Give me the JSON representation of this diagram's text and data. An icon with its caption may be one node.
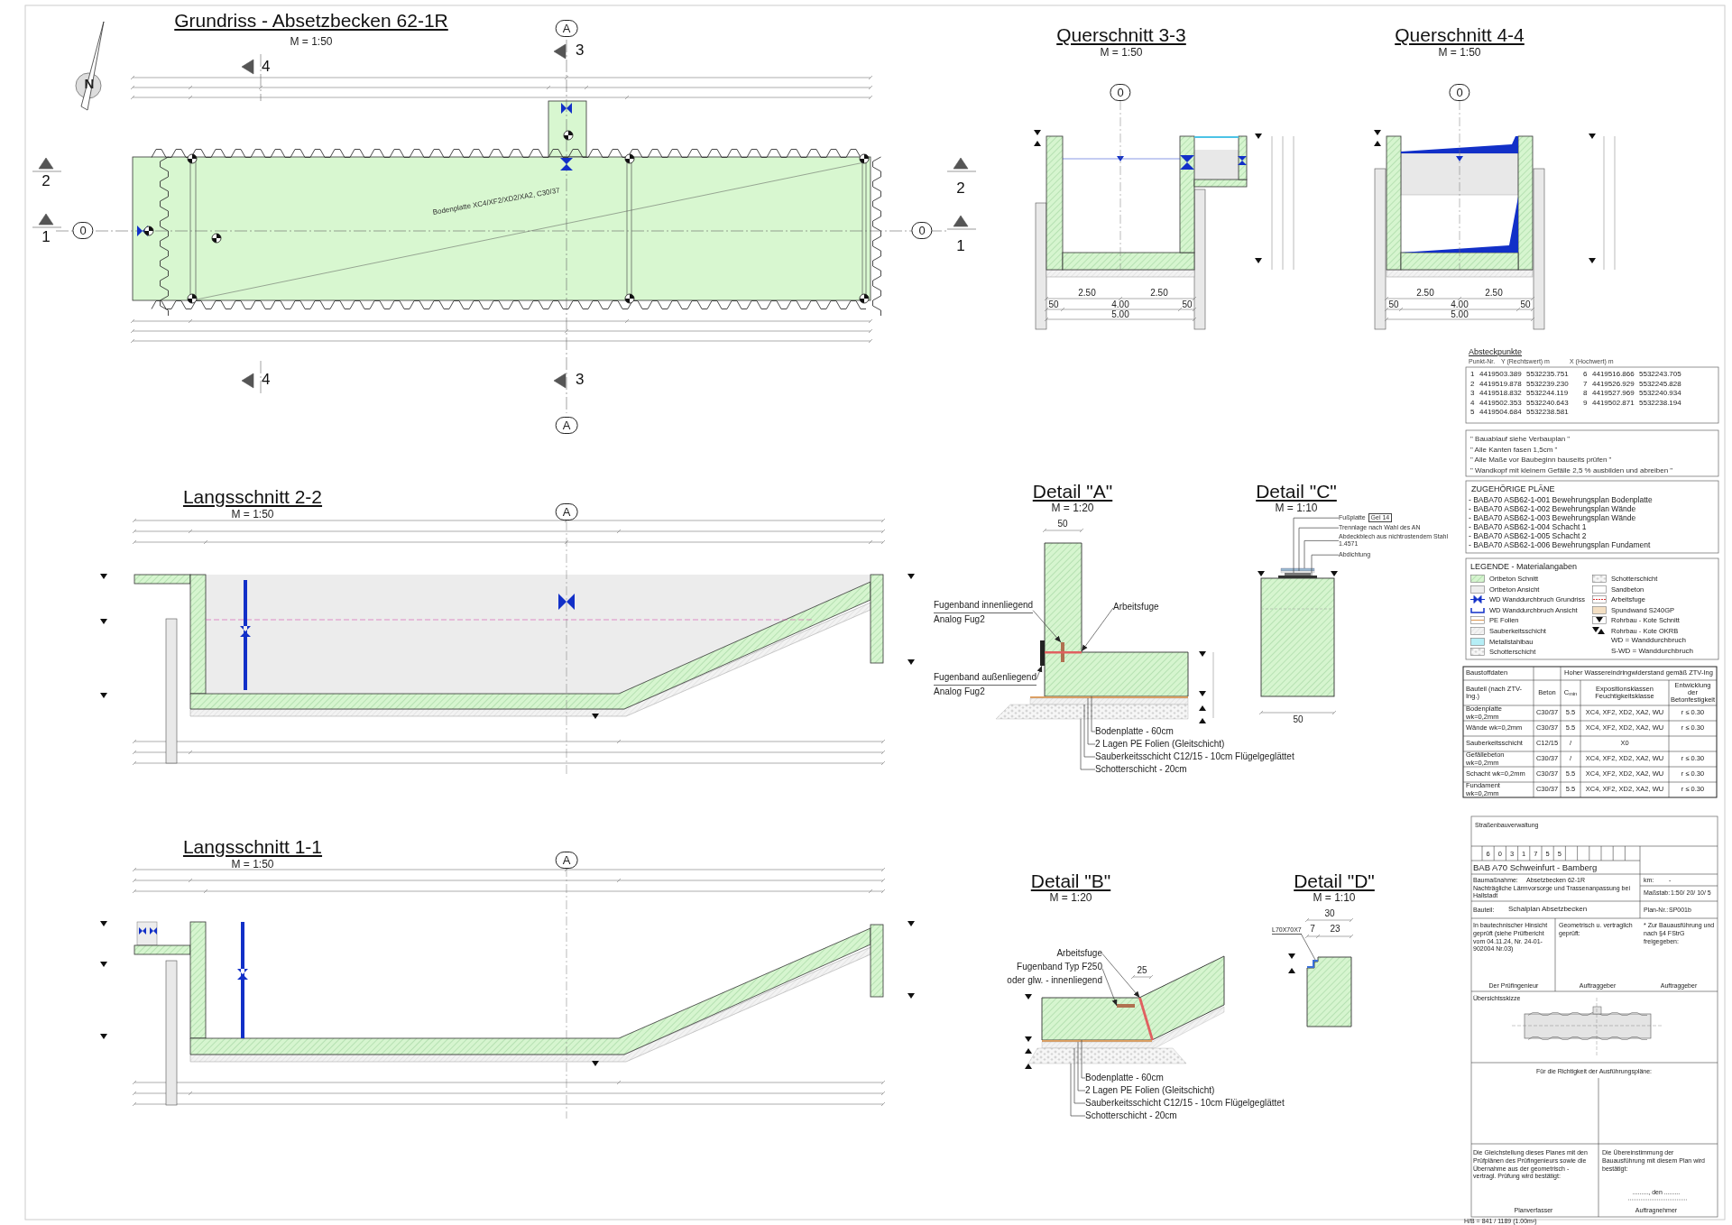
{
  "diagram": {
    "nodes": [
      {
        "text": [
          "Fugenband innenliegend",
          "Analog Fug2"
        ]
      },
      {
        "text": [
          "Arbeitsfuge"
        ]
      },
      {
        "text": [
          "Fugenband außenliegend",
          "Analog Fug2"
        ]
      },
      {
        "text": [
          "Bodenplatte - 60cm"
        ]
      },
      {
        "text": [
          "2 Lagen PE Folien (Gleitschicht)"
        ]
      },
      {
        "text": [
          "Sauberkeitsschicht C12/15 - 10cm Flügelgeglättet"
        ]
      },
      {
        "text": [
          "Schotterschicht - 20cm"
        ]
      },
      {
        "text": [
          "Fußplatte",
          "Gel 14"
        ]
      },
      {
        "text": [
          "Trennlage nach Wahl des AN"
        ]
      },
      {
        "text": [
          "Abdeckblech aus nichtrostendem Stahl 1.4571"
        ]
      },
      {
        "text": [
          "Abdichtung"
        ]
      },
      {
        "text": [
          "Arbeitsfuge"
        ]
      },
      {
        "text": [
          "Fugenband Typ F250",
          "oder glw. - innenliegend"
        ]
      },
      {
        "text": [
          "Bodenplatte - 60cm"
        ]
      },
      {
        "text": [
          "2 Lagen PE Folien (Gleitschicht)"
        ]
      },
      {
        "text": [
          "Sauberkeitsschicht C12/15 - 10cm Flügelgeglättet"
        ]
      },
      {
        "text": [
          "Schotterschicht - 20cm"
        ]
      },
      {
        "text": [
          "L70X70X7"
        ]
      },
      {
        "text": [],
        "shape": "picture"
      },
      {
        "text": [],
        "shape": "bar",
        "in": 18
      },
      {
        "text": [],
        "shape": "bar",
        "in": 18
      },
      {
        "text": [],
        "shape": "bar"
      },
      {
        "text": [],
        "shape": "bar"
      },
      {
        "text": [],
        "shape": "bar"
      },
      {
        "text": [],
        "shape": "bar"
      },
      {
        "text": [],
        "shape": "bar"
      },
      {
        "text": [],
        "shape": "bar"
      },
      {
        "text": [],
        "shape": "bar"
      },
      {
        "text": [],
        "shape": "bar"
      },
      {
        "text": [],
        "shape": "bar",
        "in": 31
      },
      {
        "text": [],
        "shape": "bar",
        "in": 31
      },
      {
        "text": [],
        "shape": "picture"
      },
      {
        "text": [],
        "shape": "bar"
      },
      {
        "text": [],
        "shape": "bar"
      },
      {
        "text": [],
        "shape": "bar"
      },
      {
        "text": [],
        "shape": "bar"
      }
    ],
    "edges": [
      {
        "from": 0,
        "to": 19,
        "arrow": "to"
      },
      {
        "from": 1,
        "to": 20,
        "arrow": "to"
      },
      {
        "from": 2,
        "to": 21,
        "arrow": "to"
      },
      {
        "from": 3,
        "to": 18,
        "arrow": "none"
      },
      {
        "from": 4,
        "to": 22,
        "arrow": "none"
      },
      {
        "from": 5,
        "to": 23,
        "arrow": "none"
      },
      {
        "from": 6,
        "to": 24,
        "arrow": "none"
      },
      {
        "from": 7,
        "to": 27,
        "arrow": "none"
      },
      {
        "from": 8,
        "to": 26,
        "arrow": "none"
      },
      {
        "from": 9,
        "to": 25,
        "arrow": "none"
      },
      {
        "from": 10,
        "to": 28,
        "arrow": "none"
      },
      {
        "from": 11,
        "to": 29,
        "arrow": "to"
      },
      {
        "from": 12,
        "to": 30,
        "arrow": "to"
      },
      {
        "from": 13,
        "to": 31,
        "arrow": "none"
      },
      {
        "from": 14,
        "to": 32,
        "arrow": "none"
      },
      {
        "from": 15,
        "to": 33,
        "arrow": "none"
      },
      {
        "from": 16,
        "to": 34,
        "arrow": "none"
      },
      {
        "from": 17,
        "to": 35,
        "arrow": "none"
      }
    ],
    "labels": [
      "Grundriss - Absetzbecken 62-1R",
      "M = 1:50",
      "N",
      "A",
      "3",
      "4",
      "2",
      "1",
      "0",
      "Bodenplatte XC4/XF2/XD2/XA2, C30/37",
      "2",
      "1",
      "0",
      "4",
      "3",
      "A",
      "Querschnitt 3-3",
      "M = 1:50",
      "0",
      "2.50",
      "2.50",
      "50",
      "4.00",
      "50",
      "5.00",
      "Querschnitt 4-4",
      "M = 1:50",
      "0",
      "2.50",
      "2.50",
      "50",
      "4.00",
      "50",
      "5.00",
      "Langsschnitt 2-2",
      "M = 1:50",
      "A",
      "Langsschnitt 1-1",
      "M = 1:50",
      "A",
      "Detail \"A\"",
      "M = 1:20",
      "50",
      "Detail \"C\"",
      "M = 1:10",
      "50",
      "Detail \"B\"",
      "M = 1:20",
      "25",
      "Detail \"D\"",
      "M = 1:10",
      "30",
      "7",
      "23",
      "Absteckpunkte",
      "Punkt-Nr.",
      "Y (Rechtswert) m",
      "X (Hochwert) m",
      "1",
      "4419503.389",
      "5532235.751",
      "6",
      "4419516.866",
      "5532243.705",
      "2",
      "4419519.878",
      "5532239.230",
      "7",
      "4419526.929",
      "5532245.828",
      "3",
      "4419518.832",
      "5532244.119",
      "8",
      "4419527.969",
      "5532240.934",
      "4",
      "4419502.353",
      "5532240.643",
      "9",
      "4419502.871",
      "5532238.194",
      "5",
      "4419504.684",
      "5532238.581",
      "\" Bauablauf siehe Verbauplan \"",
      "\" Alle Kanten fasen 1,5cm \"",
      "\" Alle Maße vor Baubeginn bauseits prüfen \"",
      "\" Wandkopf mit kleinem Gefälle 2,5 % ausbilden und abreiben \"",
      "ZUGEHÖRIGE PLÄNE",
      "- BABA70 ASB62-1-001 Bewehrungsplan Bodenplatte",
      "- BABA70 ASB62-1-002 Bewehrungsplan Wände",
      "- BABA70 ASB62-1-003 Bewehrungsplan Wände",
      "- BABA70 ASB62-1-004 Schacht 1",
      "- BABA70 ASB62-1-005 Schacht 2",
      "- BABA70 ASB62-1-006 Bewehrungsplan Fundament",
      "LEGENDE - Materialangaben",
      "WD = Wanddurchbruch",
      "S-WD = Wanddurchbruch",
      "Baustoffdaten",
      "Hoher Wassereindringwiderstand gemäß ZTV-Ing",
      "Bauteil (nach ZTV-Ing.)",
      "Beton",
      "C$_{min}$",
      "Expositionsklassen Feuchtigkeitsklasse",
      "Entwicklung der Betonfestigkeit",
      "Bodenplatte wk=0,2mm",
      "C30/37",
      "5.5",
      "XC4, XF2, XD2, XA2, WU",
      "r ≤ 0.30",
      "Wände wk=0,2mm",
      "C30/37",
      "5.5",
      "XC4, XF2, XD2, XA2, WU",
      "r ≤ 0.30",
      "Sauberkeitsschicht",
      "C12/15",
      "/",
      "X0",
      "Gefällebeton wk=0,2mm",
      "C30/37",
      "/",
      "XC4, XF2, XD2, XA2, WU",
      "r ≤ 0.30",
      "Schacht wk=0,2mm",
      "C30/37",
      "5.5",
      "XC4, XF2, XD2, XA2, WU",
      "r ≤ 0.30",
      "Fundament wk=0,2mm",
      "C30/37",
      "5.5",
      "XC4, XF2, XD2, XA2, WU",
      "r ≤ 0.30",
      "Straßenbauverwaltung",
      "6",
      "0",
      "3",
      "1",
      "7",
      "5",
      "5",
      "BAB A70 Schweinfurt - Bamberg",
      "Baumaßnahme:",
      "Absetzbecken 62-1R",
      "Nachträgliche Lärmvorsorge und Trassenanpassung bei Hallstadt",
      "km:",
      "-",
      "Maßstab:",
      "1:50/ 20/ 10/ 5",
      "Bauteil:",
      "Schalplan  Absetzbecken",
      "Plan-Nr.:",
      "SP001b",
      "In bautechnischer Hinsicht geprüft (siehe Prüfbericht vom 04.11.24, Nr. 24-01-902004 Nr.03)",
      "Geometrisch u. vertraglich geprüft:",
      "* Zur Bauausführung und nach §4 FStrG freigegeben:",
      "Der Prüfingenieur",
      "Auftraggeber",
      "Auftraggeber",
      "Übersichtsskizze",
      "Für die Richtigkeit der Ausführungspläne:",
      "Die Gleichstellung dieses Planes mit den Prüfplänen des Prüfingenieurs sowie die Übernahme aus der geometrisch - vertragl. Prüfung wird bestätigt:",
      "Die Übereinstimmung der Bauausführung mit diesem Plan wird bestätigt:",
      "........., den .........",
      "Planverfasser",
      "Auftragnehmer",
      "H/B = 841 / 1189 (1.00m²)"
    ],
    "legend": [
      {
        "text": "Ortbeton Schnitt"
      },
      {
        "text": "Schotterschicht"
      },
      {
        "text": "Ortbeton Ansicht",
        "color": "#eeeeee"
      },
      {
        "text": "Sandbeton"
      },
      {
        "text": "WD Wanddurchbruch Grundriss"
      },
      {
        "text": "Arbeitsfuge"
      },
      {
        "text": "WD Wanddurchbruch Ansicht"
      },
      {
        "text": "Spundwand S240GP",
        "color": "#f3dfc3"
      },
      {
        "text": "PE Folien"
      },
      {
        "text": "Rohrbau - Kote Schnitt"
      },
      {
        "text": "Sauberkeitsschicht"
      },
      {
        "text": "Rohrbau - Kote OKRB"
      },
      {
        "text": "Metallstahlbau",
        "color": "#b5eef6"
      },
      {
        "text": "Schotterschicht"
      }
    ]
  }
}
